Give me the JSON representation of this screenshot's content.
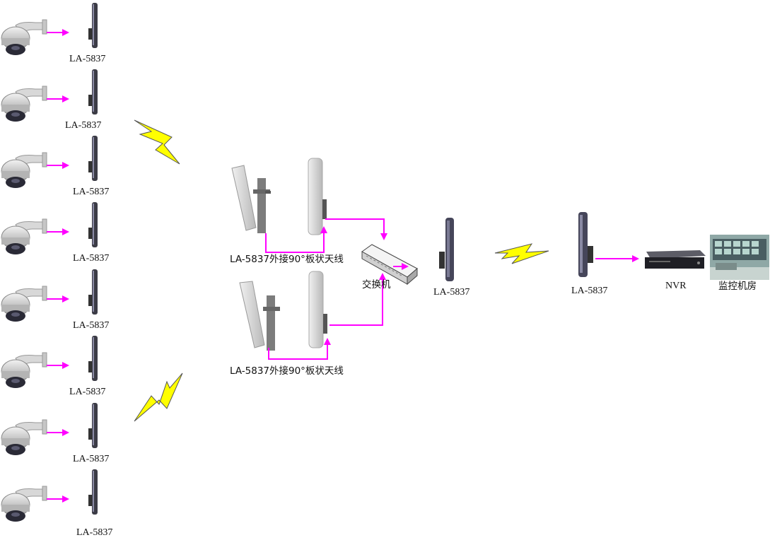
{
  "colors": {
    "link": "#ff00ff",
    "wireless": "#ffff00",
    "wireless_outline": "#555555",
    "device_dark": "#3c3c46",
    "panel_light": "#dcdcdc"
  },
  "left_column": {
    "camera_icon": "ptz-dome-camera-icon",
    "antenna_icon": "cpe-panel-antenna-icon",
    "labels": [
      "LA-5837",
      "LA-5837",
      "LA-5837",
      "LA-5837",
      "LA-5837",
      "LA-5837",
      "LA-5837",
      "LA-5837"
    ]
  },
  "relay": {
    "top_label": "LA-5837外接90°板状天线",
    "bottom_label": "LA-5837外接90°板状天线",
    "switch_label": "交换机",
    "bridge_label": "LA-5837"
  },
  "remote": {
    "bridge_label": "LA-5837",
    "nvr_label": "NVR",
    "room_label": "监控机房"
  }
}
